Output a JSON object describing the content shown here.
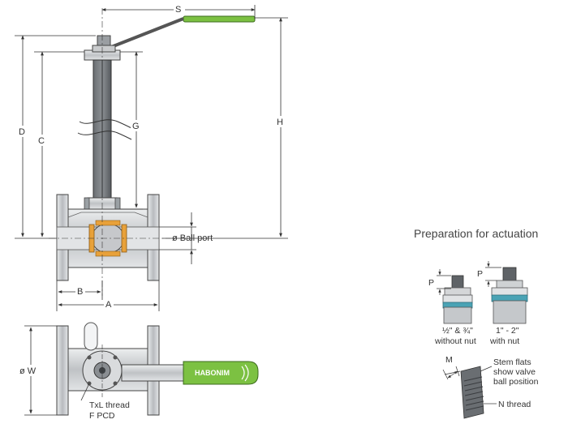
{
  "dimensions": {
    "S": "S",
    "H": "H",
    "D": "D",
    "C": "C",
    "G": "G",
    "A": "A",
    "B": "B",
    "W": "ø W",
    "ball_port": "ø Ball port"
  },
  "bottom_view": {
    "brand_text": "HABONIM",
    "thread_label": "TxL thread",
    "pcd_label": "F PCD"
  },
  "actuation": {
    "title": "Preparation for actuation",
    "p_label": "P",
    "left_size": "½\" & ¾\"",
    "left_desc": "without nut",
    "right_size": "1\" - 2\"",
    "right_desc": "with nut",
    "m_label": "M",
    "stem_flats_1": "Stem flats",
    "stem_flats_2": "show valve",
    "stem_flats_3": "ball position",
    "n_thread": "N thread"
  },
  "colors": {
    "handle_green": "#7cc142",
    "seat_orange": "#e8a13a",
    "steel_light": "#d4d6d8",
    "steel_mid": "#a8abaf",
    "steel_dark": "#5f6367",
    "teal_ring": "#4aa3b5"
  }
}
